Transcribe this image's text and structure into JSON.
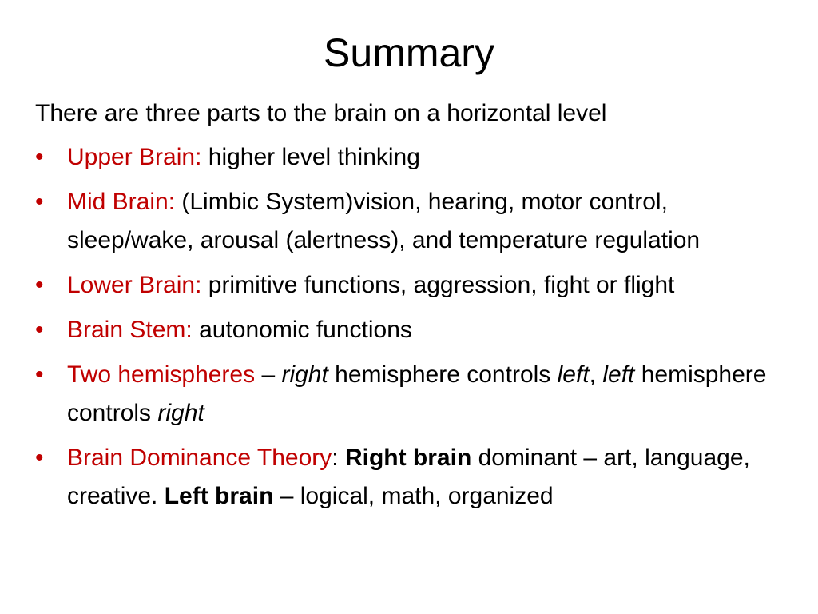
{
  "slide": {
    "title": "Summary",
    "intro": "There are three parts to the brain on a horizontal level",
    "bullet_symbol": "•",
    "accent_color": "#c00000",
    "bullets": [
      {
        "term": "Upper Brain:",
        "text": " higher level thinking"
      },
      {
        "term": "Mid Brain:",
        "text": " (Limbic System)vision, hearing, motor control, sleep/wake, arousal (alertness), and temperature regulation"
      },
      {
        "term": "Lower Brain:",
        "text": " primitive functions, aggression, fight or flight"
      },
      {
        "term": "Brain Stem:",
        "text": " autonomic functions"
      },
      {
        "term": "Two hemispheres",
        "dash": " – ",
        "right1": "right",
        "mid1": " hemisphere controls ",
        "left1": "left",
        "comma": ", ",
        "left2": "left",
        "mid2": " hemisphere controls ",
        "right2": "right"
      },
      {
        "term": "Brain Dominance Theory",
        "colon": ": ",
        "right_brain": "Right brain",
        "right_text": " dominant – art, language, creative. ",
        "left_brain": "Left brain",
        "left_text": " – logical, math, organized"
      }
    ]
  }
}
